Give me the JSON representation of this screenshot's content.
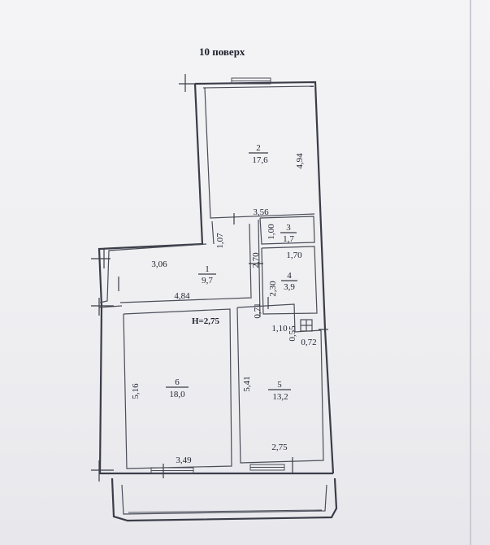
{
  "title": "10 поверх",
  "rooms": [
    {
      "number": "1",
      "area": "9,7"
    },
    {
      "number": "2",
      "area": "17,6"
    },
    {
      "number": "3",
      "area": "1,7"
    },
    {
      "number": "4",
      "area": "3,9"
    },
    {
      "number": "5",
      "area": "13,2"
    },
    {
      "number": "6",
      "area": "18,0"
    }
  ],
  "dimensions": {
    "room2_height": "4,94",
    "room2_width": "3,56",
    "room3_height": "1,00",
    "room4_width": "1,70",
    "room4_height": "2,30",
    "corridor_vertical": "1,07",
    "corridor_lower": "2,70",
    "hall_width_top": "3,06",
    "hall_width": "4,84",
    "ceiling_height": "H=2,75",
    "gap_071": "0,71",
    "gap_110": "1,10",
    "gap_055": "0,55",
    "gap_072": "0,72",
    "room6_height": "5,16",
    "room6_width": "3,49",
    "room5_height": "5,41",
    "room5_width": "2,75"
  },
  "colors": {
    "paper": "#f0f0f3",
    "ink": "#3a3d48"
  }
}
